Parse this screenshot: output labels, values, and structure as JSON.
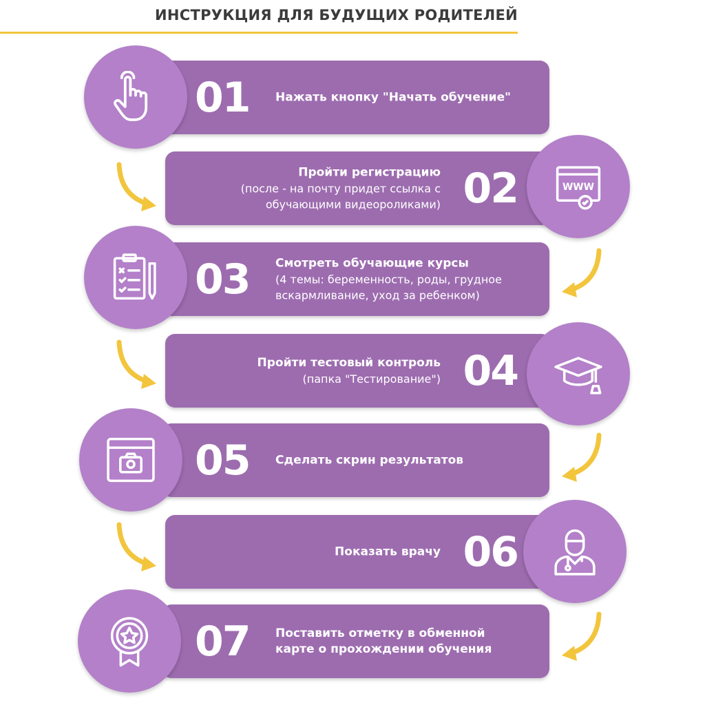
{
  "title": "ИНСТРУКЦИЯ ДЛЯ БУДУЩИХ РОДИТЕЛЕЙ",
  "colors": {
    "bar": "#9d6caf",
    "circle": "#b380c9",
    "accent": "#f2c53d"
  },
  "steps": [
    {
      "number": "01",
      "title": "Нажать кнопку \"Начать обучение\"",
      "detail": "",
      "icon": "tap-hand-icon"
    },
    {
      "number": "02",
      "title": "Пройти регистрацию",
      "detail": "(после - на почту придет ссылка с обучающими видеороликами)",
      "icon": "www-browser-icon"
    },
    {
      "number": "03",
      "title": "Смотреть обучающие курсы",
      "detail": "(4 темы: беременность, роды, грудное вскармливание, уход за ребенком)",
      "icon": "clipboard-checklist-icon"
    },
    {
      "number": "04",
      "title": "Пройти тестовый контроль",
      "detail": "(папка \"Тестирование\")",
      "icon": "graduation-cap-icon"
    },
    {
      "number": "05",
      "title": "Сделать скрин результатов",
      "detail": "",
      "icon": "screenshot-camera-icon"
    },
    {
      "number": "06",
      "title": "Показать врачу",
      "detail": "",
      "icon": "doctor-icon"
    },
    {
      "number": "07",
      "title": "Поставить отметку в обменной карте о прохождении обучения",
      "detail": "",
      "icon": "award-badge-icon"
    }
  ]
}
